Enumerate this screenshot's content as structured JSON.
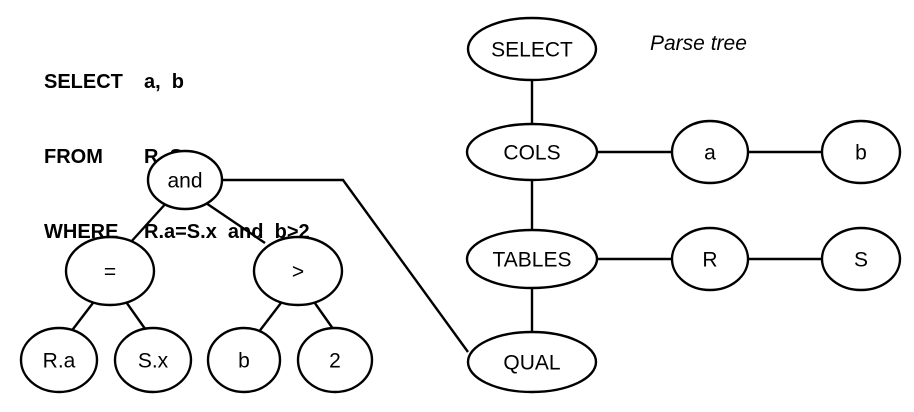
{
  "query": {
    "lines": [
      {
        "keyword": "SELECT",
        "body": "a,  b"
      },
      {
        "keyword": "FROM",
        "body": "R, S"
      },
      {
        "keyword": "WHERE",
        "body": "R.a=S.x  and  b>2"
      }
    ]
  },
  "labels": {
    "parse_tree": "Parse tree"
  },
  "expression_tree": {
    "nodes": {
      "and": "and",
      "eq": "=",
      "gt": ">",
      "ra": "R.a",
      "sx": "S.x",
      "b": "b",
      "two": "2"
    }
  },
  "parse_tree": {
    "nodes": {
      "select": "SELECT",
      "cols": "COLS",
      "col_a": "a",
      "col_b": "b",
      "tables": "TABLES",
      "table_r": "R",
      "table_s": "S",
      "qual": "QUAL"
    }
  },
  "colors": {
    "stroke": "#000000",
    "fill": "#ffffff",
    "text": "#000000",
    "background": "#ffffff"
  }
}
